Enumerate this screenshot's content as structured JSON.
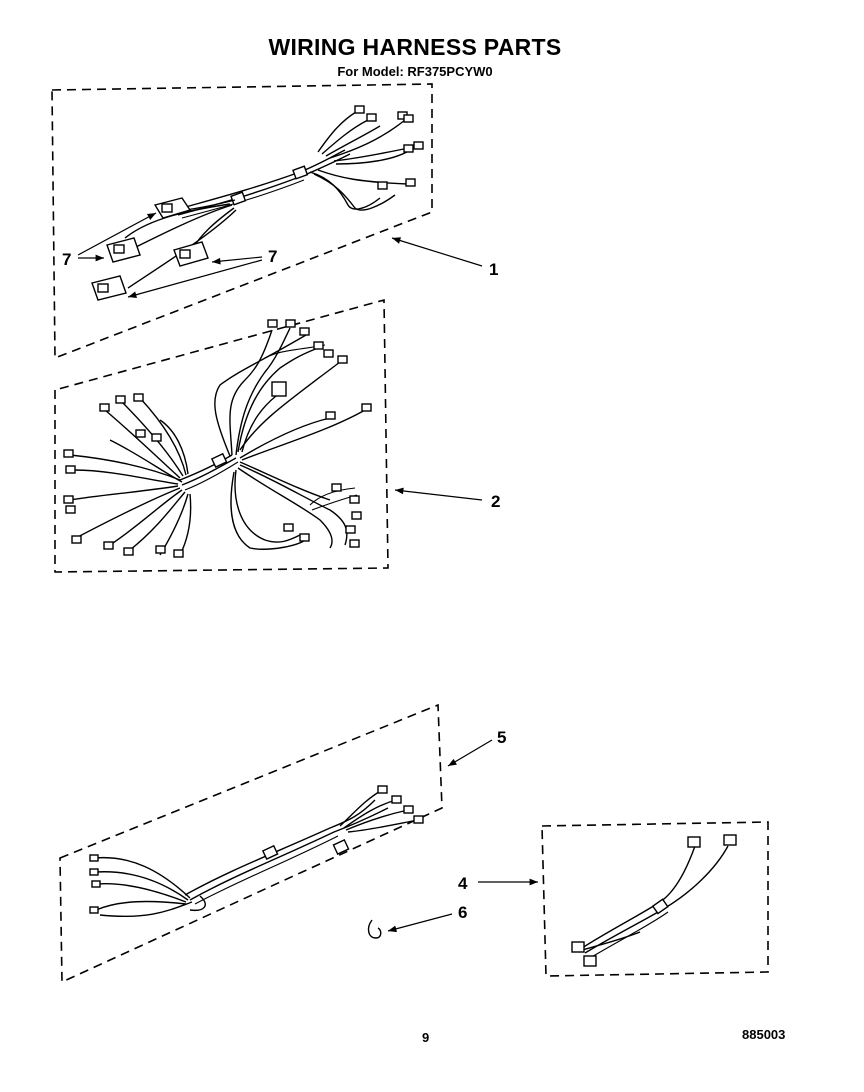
{
  "header": {
    "title": "WIRING HARNESS PARTS",
    "subtitle": "For Model: RF375PCYW0"
  },
  "callouts": {
    "c1": "1",
    "c2": "2",
    "c4": "4",
    "c5": "5",
    "c6": "6",
    "c7_left": "7",
    "c7_right": "7"
  },
  "footer": {
    "page_number": "9",
    "document_number": "885003"
  }
}
